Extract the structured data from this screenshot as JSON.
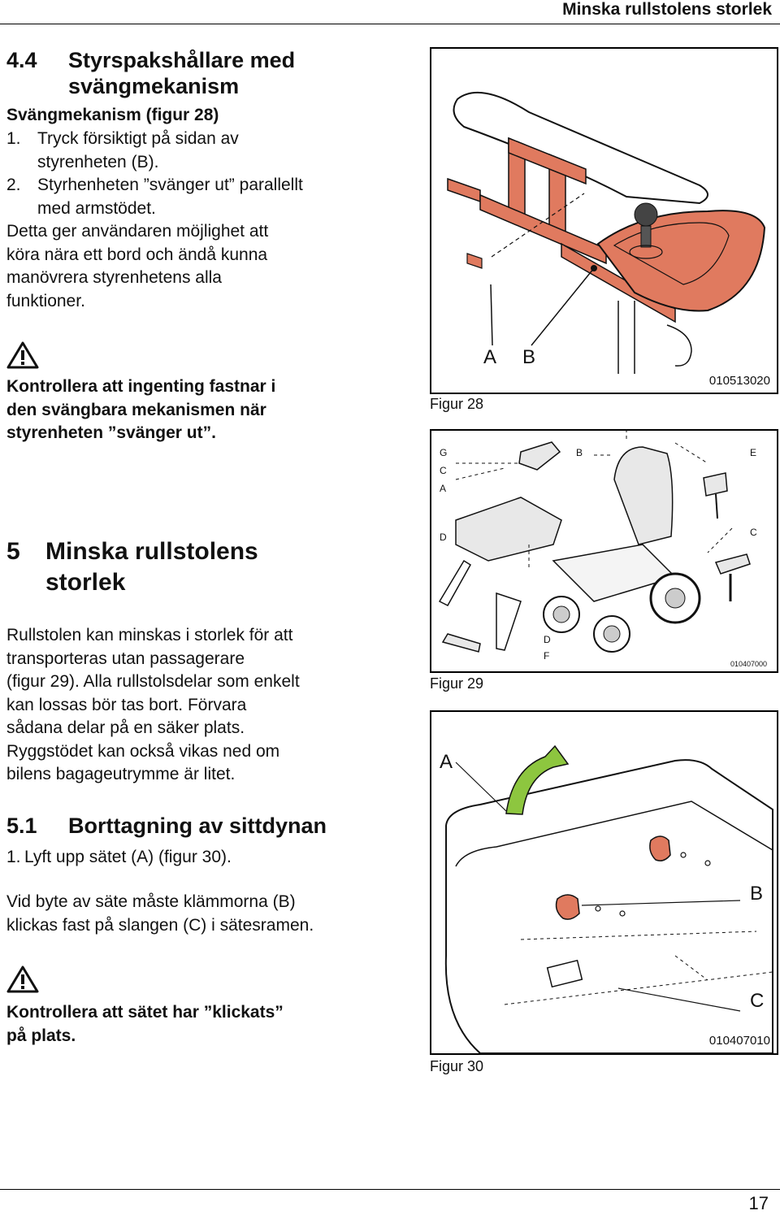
{
  "header": {
    "title": "Minska rullstolens storlek"
  },
  "section_4_4": {
    "number": "4.4",
    "title_line1": "Styrspakshållare med",
    "title_line2": "svängmekanism",
    "subtitle": "Svängmekanism (figur 28)",
    "step1_num": "1.",
    "step1_line1": "Tryck försiktigt på sidan av",
    "step1_line2": "styrenheten (B).",
    "step2_num": "2.",
    "step2_line1": "Styrhenheten ”svänger ut” parallellt",
    "step2_line2": "med armstödet.",
    "para_line1": "Detta ger användaren möjlighet att",
    "para_line2": "köra nära ett bord och ändå kunna",
    "para_line3": "manövrera styrenhetens alla",
    "para_line4": "funktioner.",
    "warning_line1": "Kontrollera att ingenting fastnar i",
    "warning_line2": "den svängbara mekanismen när",
    "warning_line3": "styrenheten ”svänger ut”."
  },
  "section_5": {
    "number": "5",
    "title_line1": "Minska rullstolens",
    "title_line2": "storlek",
    "body_lines": [
      "Rullstolen kan minskas i storlek för att",
      "transporteras utan passagerare",
      "(figur 29). Alla rullstolsdelar som enkelt",
      "kan lossas bör tas bort. Förvara",
      "sådana delar på en säker plats.",
      "Ryggstödet kan också vikas ned om",
      "bilens bagageutrymme är litet."
    ]
  },
  "section_5_1": {
    "number": "5.1",
    "title": "Borttagning av sittdynan",
    "step1_num": "1.",
    "step1_text": "Lyft upp sätet (A) (figur 30).",
    "note_line1": "Vid byte av säte måste klämmorna (B)",
    "note_line2": "klickas fast på slangen (C) i sätesramen.",
    "warning_line1": "Kontrollera att sätet har ”klickats”",
    "warning_line2": "på plats."
  },
  "figure_28": {
    "caption": "Figur 28",
    "code": "010513020",
    "label_a": "A",
    "label_b": "B"
  },
  "figure_29": {
    "caption": "Figur 29",
    "code": "010407000",
    "labels": {
      "g": "G",
      "c": "C",
      "a": "A",
      "b": "B",
      "e": "E",
      "d": "D",
      "c2": "C",
      "d2": "D",
      "f": "F"
    }
  },
  "figure_30": {
    "caption": "Figur 30",
    "code": "010407010",
    "label_a": "A",
    "label_b": "B",
    "label_c": "C"
  },
  "footer": {
    "page_number": "17"
  },
  "colors": {
    "part_highlight": "#e07a5f",
    "arrow_green": "#8dc63f",
    "outline": "#111111"
  }
}
